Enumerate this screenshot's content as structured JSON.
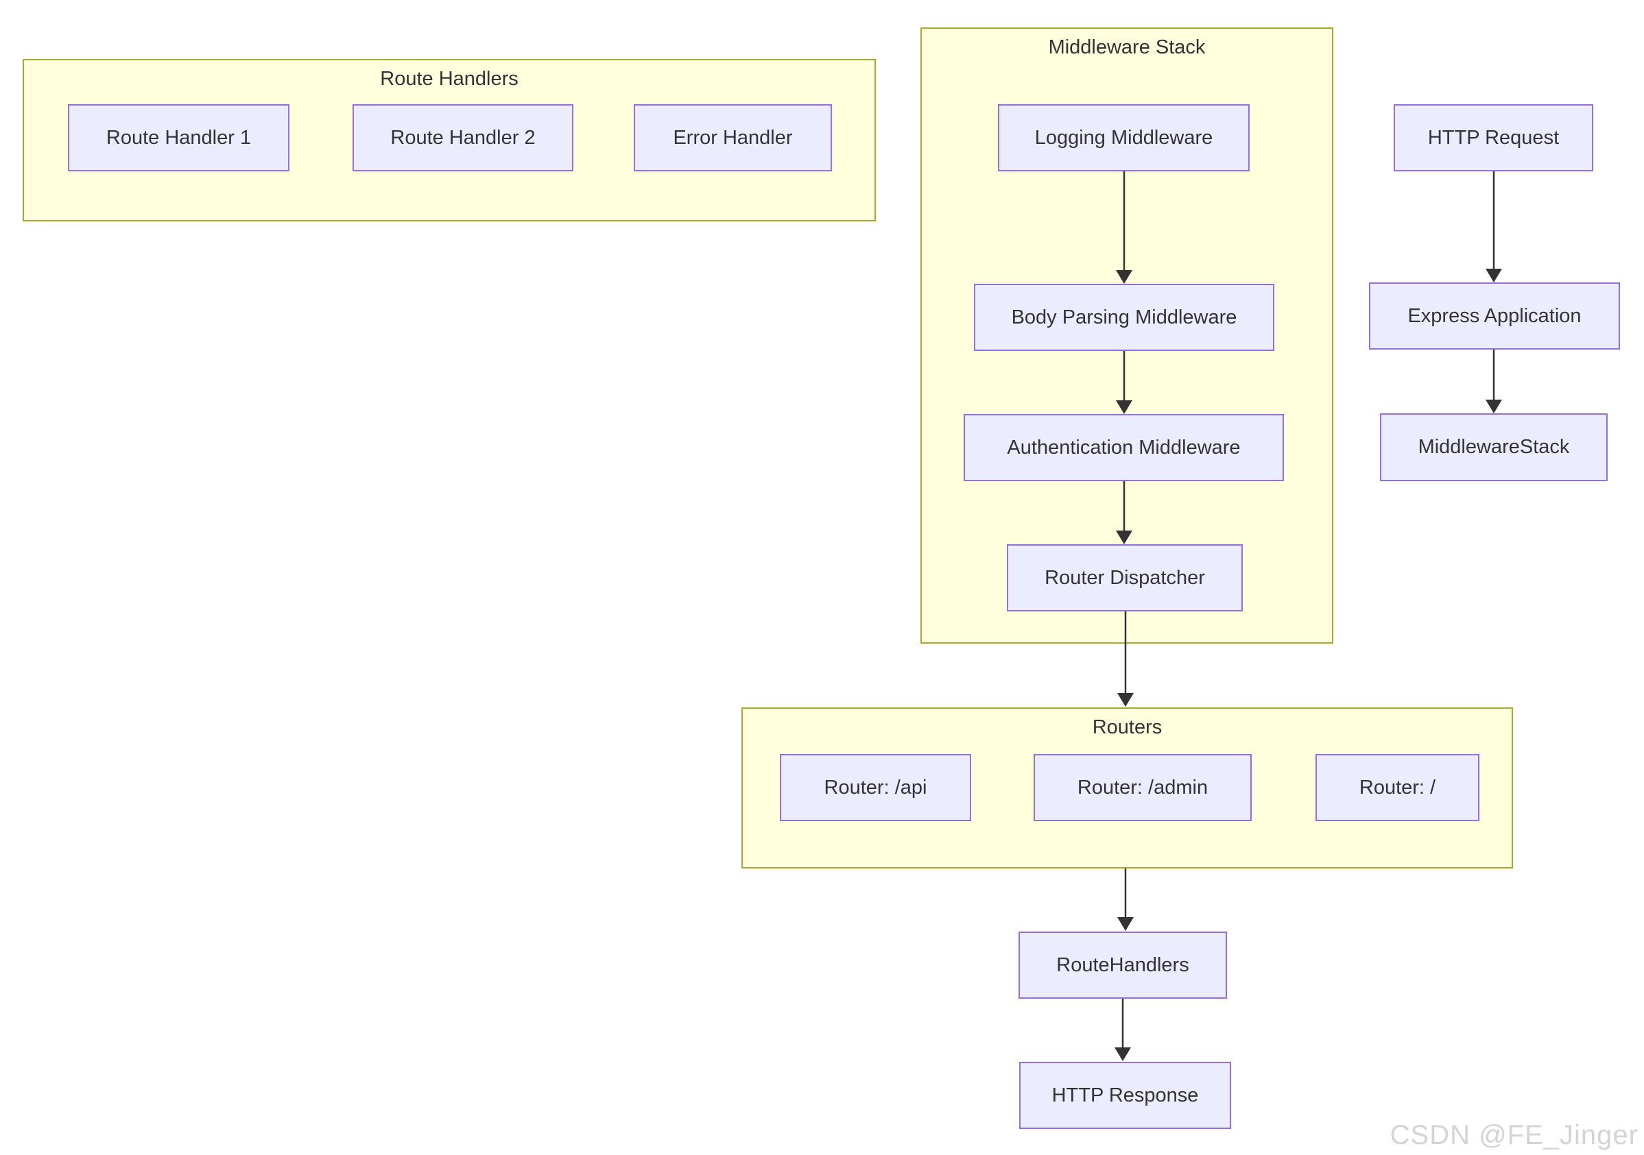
{
  "colors": {
    "background": "#ffffff",
    "subgraph_fill": "#ffffde",
    "subgraph_border": "#aaaa33",
    "node_fill": "#ececff",
    "node_border": "#9370db",
    "text": "#333333",
    "arrow": "#333333",
    "watermark": "#d4d4d4"
  },
  "groups": {
    "route_handlers": {
      "title": "Route Handlers",
      "nodes": {
        "handler1": "Route Handler 1",
        "handler2": "Route Handler 2",
        "error_handler": "Error Handler"
      }
    },
    "middleware_stack": {
      "title": "Middleware Stack",
      "nodes": {
        "logging": "Logging Middleware",
        "body_parsing": "Body Parsing Middleware",
        "authentication": "Authentication Middleware",
        "router_dispatcher": "Router Dispatcher"
      }
    },
    "routers": {
      "title": "Routers",
      "nodes": {
        "api": "Router: /api",
        "admin": "Router: /admin",
        "root": "Router: /"
      }
    }
  },
  "nodes": {
    "http_request": "HTTP Request",
    "express_application": "Express Application",
    "middleware_stack": "MiddlewareStack",
    "route_handlers": "RouteHandlers",
    "http_response": "HTTP Response"
  },
  "edges": [
    {
      "from": "Logging Middleware",
      "to": "Body Parsing Middleware"
    },
    {
      "from": "Body Parsing Middleware",
      "to": "Authentication Middleware"
    },
    {
      "from": "Authentication Middleware",
      "to": "Router Dispatcher"
    },
    {
      "from": "Router Dispatcher",
      "to": "Routers"
    },
    {
      "from": "HTTP Request",
      "to": "Express Application"
    },
    {
      "from": "Express Application",
      "to": "MiddlewareStack"
    },
    {
      "from": "Routers",
      "to": "RouteHandlers"
    },
    {
      "from": "RouteHandlers",
      "to": "HTTP Response"
    }
  ],
  "watermark": "CSDN @FE_Jinger"
}
